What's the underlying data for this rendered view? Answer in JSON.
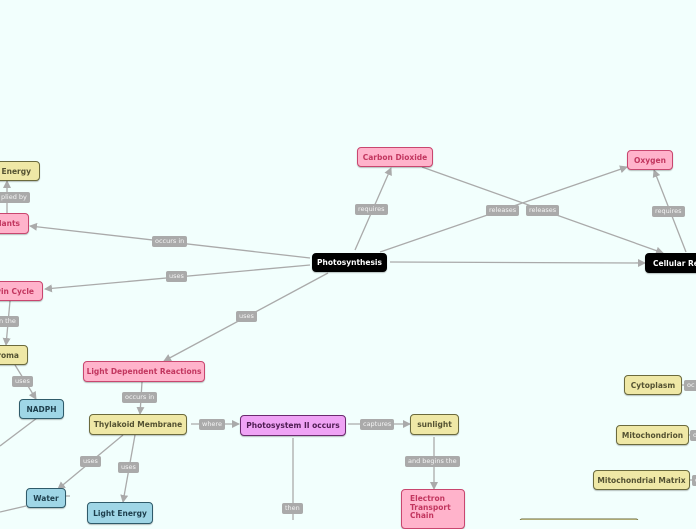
{
  "diagram": {
    "title": "Photosynthesis",
    "background_color": "#f2fffd",
    "colors": {
      "pink_fill": "#ffb3cb",
      "pink_text": "#c2365f",
      "yellow_fill": "#efe8a6",
      "yellow_text": "#545232",
      "blue_fill": "#9fd6e6",
      "blue_text": "#1d3e4c",
      "purple_fill": "#efa3f5",
      "purple_text": "#4e1c52",
      "central_fill": "#000000",
      "central_text": "#ffffff",
      "edge_label_fill": "#aaaaaa",
      "edge_color": "#aaaaaa"
    },
    "nodes": {
      "photosynthesis": "Photosynthesis",
      "carbon_dioxide": "Carbon Dioxide",
      "oxygen": "Oxygen",
      "cellular_respiration": "Cellular Re",
      "light_energy_top": "t Energy",
      "plants": "plants",
      "calvin_cycle": "vin Cycle",
      "stroma": "roma",
      "nadph": "NADPH",
      "light_dependent_reactions": "Light Dependent Reactions",
      "thylakoid_membrane": "Thylakoid Membrane",
      "photosystem_ii": "Photosystem II occurs",
      "sunlight": "sunlight",
      "electron_transport_chain": "Electron Transport Chain",
      "water": "Water",
      "light_energy": "Light Energy",
      "cytoplasm": "Cytoplasm",
      "mitochondrion": "Mitochondrion",
      "mitochondrial_matrix": "Mitochondrial Matrix"
    },
    "edge_labels": {
      "supplied_by": "plied by",
      "occurs_in_plants": "occurs in",
      "uses_calvin": "uses",
      "in_the": "n the",
      "uses_nadph": "uses",
      "uses_ldr": "uses",
      "requires_co2": "requires",
      "releases_1": "releases",
      "releases_2": "releases",
      "requires_o2": "requires",
      "occurs_in_thylakoid": "occurs in",
      "where": "where",
      "captures": "captures",
      "and_begins_the": "and begins the",
      "uses_water": "uses",
      "uses_light_energy": "uses",
      "then": "then",
      "cytoplasm_edge": "oc",
      "mitochondrion_edge": "o",
      "matrix_edge": "o"
    }
  }
}
